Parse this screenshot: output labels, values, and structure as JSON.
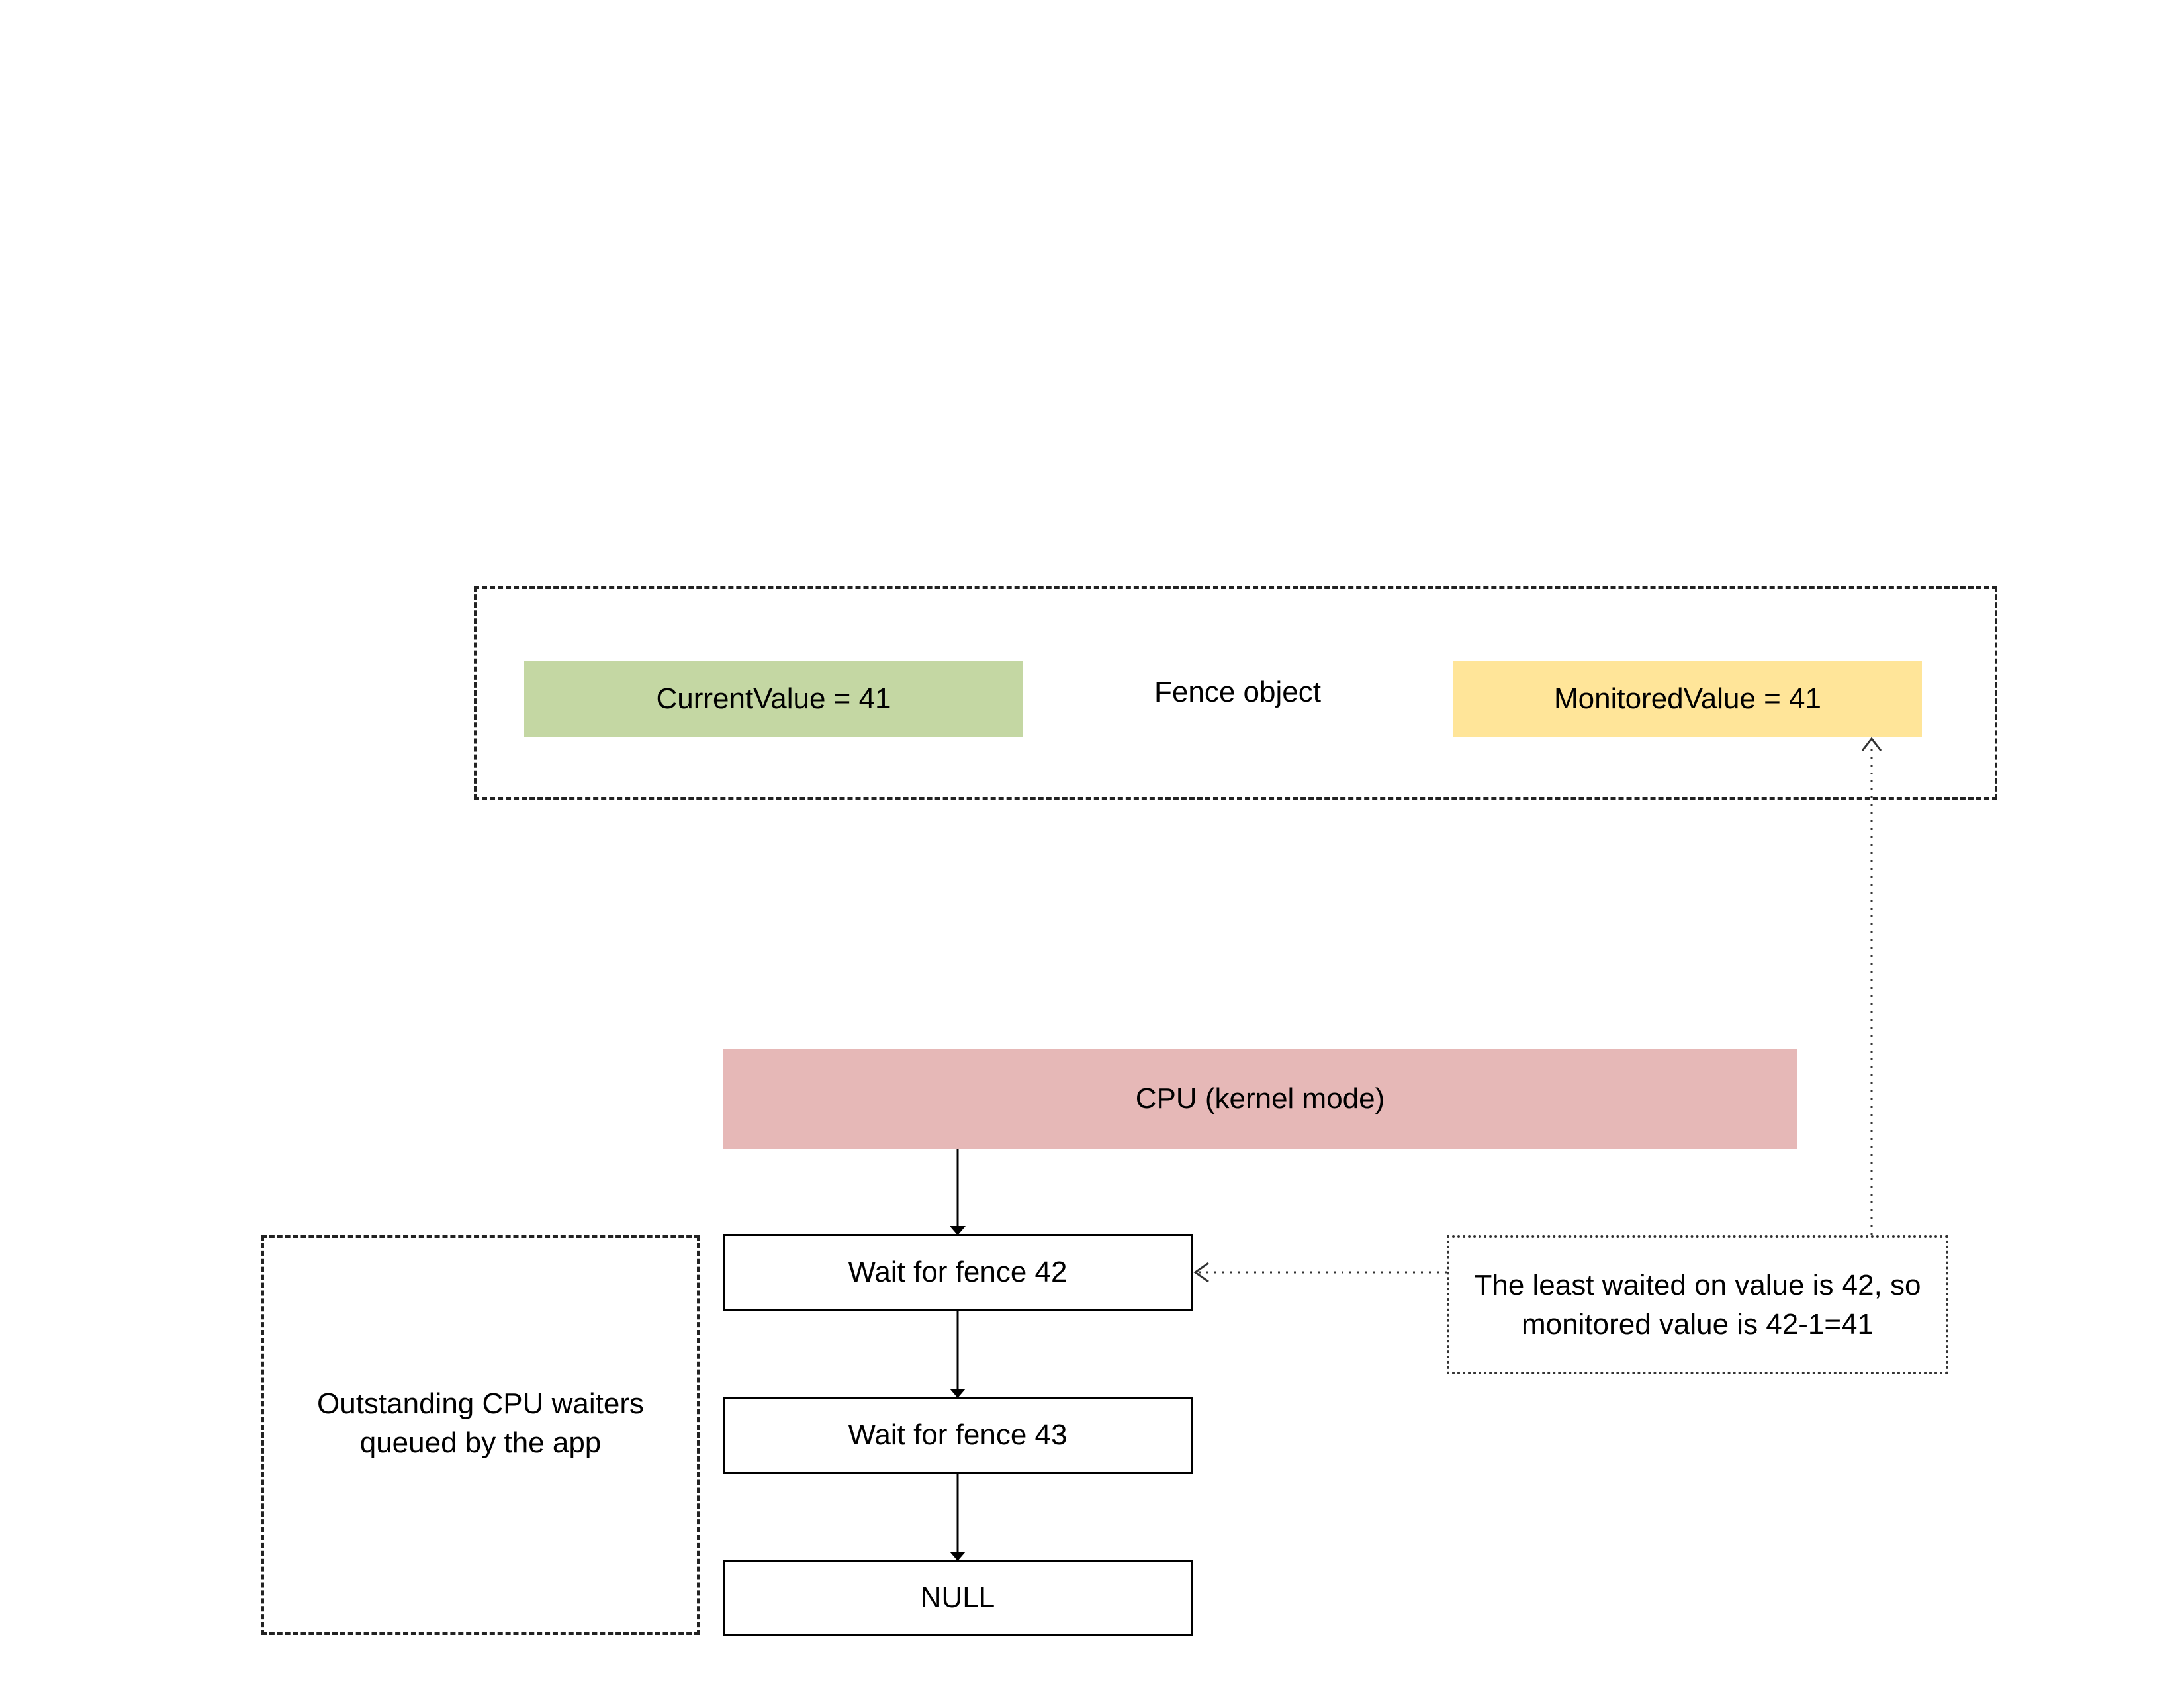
{
  "fence_object": {
    "title": "Fence object",
    "current_value": "CurrentValue = 41",
    "monitored_value": "MonitoredValue = 41"
  },
  "cpu": {
    "label": "CPU (kernel mode)"
  },
  "waiter_queue": {
    "group_label": "Outstanding CPU waiters\nqueued by the app",
    "items": [
      "Wait for fence 42",
      "Wait for fence 43",
      "NULL"
    ]
  },
  "note": {
    "text": "The least waited on value is 42, so\nmonitored value is 42-1=41"
  },
  "colors": {
    "current_value_fill": "#C4D7A3",
    "monitored_value_fill": "#FFE599",
    "cpu_fill": "#E6B8B7"
  }
}
